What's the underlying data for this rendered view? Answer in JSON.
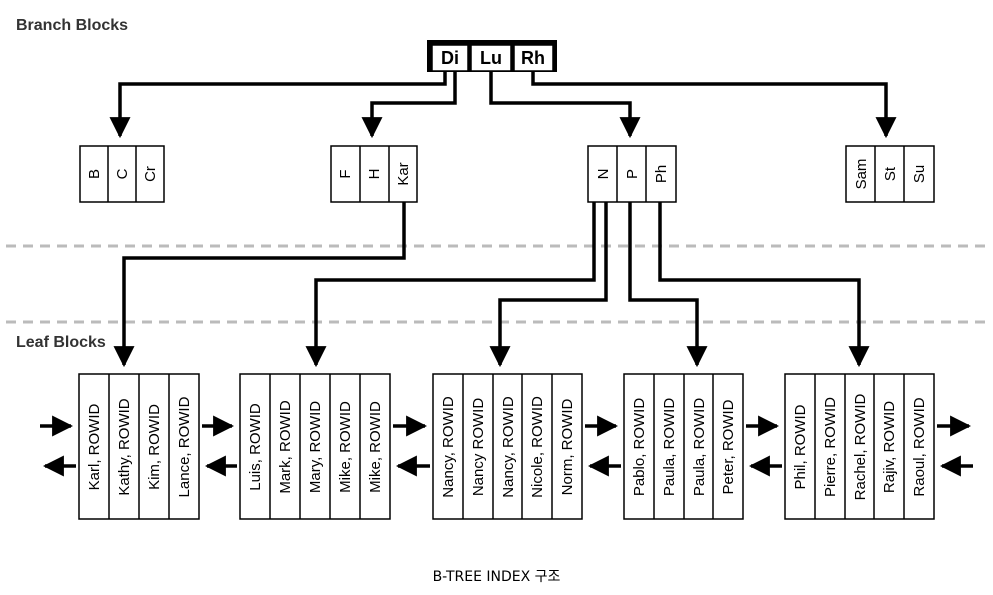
{
  "labels": {
    "branch_blocks": "Branch Blocks",
    "leaf_blocks": "Leaf Blocks",
    "caption": "B-TREE INDEX 구조"
  },
  "root": {
    "keys": [
      "Di",
      "Lu",
      "Rh"
    ]
  },
  "branches": [
    {
      "keys": [
        "B",
        "C",
        "Cr"
      ]
    },
    {
      "keys": [
        "F",
        "H",
        "Kar"
      ]
    },
    {
      "keys": [
        "N",
        "P",
        "Ph"
      ]
    },
    {
      "keys": [
        "Sam",
        "St",
        "Su"
      ]
    }
  ],
  "leaves": [
    {
      "entries": [
        "Karl, ROWID",
        "Kathy, ROWID",
        "Kim, ROWID",
        "Lance, ROWID"
      ]
    },
    {
      "entries": [
        "Luis, ROWID",
        "Mark, ROWID",
        "Mary, ROWID",
        "Mike, ROWID",
        "Mike, ROWID"
      ]
    },
    {
      "entries": [
        "Nancy, ROWID",
        "Nancy ROWID",
        "Nancy, ROWID",
        "Nicole, ROWID",
        "Norm, ROWID"
      ]
    },
    {
      "entries": [
        "Pablo, ROWID",
        "Paula, ROWID",
        "Paula, ROWID",
        "Peter, ROWID"
      ]
    },
    {
      "entries": [
        "Phil, ROWID",
        "Pierre, ROWID",
        "Rachel, ROWID",
        "Rajiv, ROWID",
        "Raoul, ROWID"
      ]
    }
  ],
  "colors": {
    "stroke": "#000000",
    "divider": "#bbbbbb",
    "fill": "#ffffff"
  }
}
